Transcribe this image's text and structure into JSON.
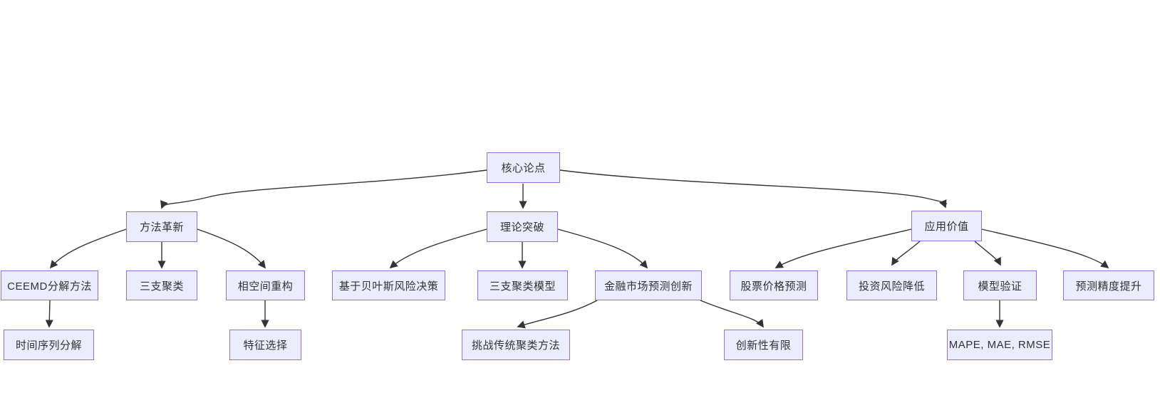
{
  "diagram": {
    "kind": "flowchart",
    "background_color": "#ffffff",
    "node_fill_color": "#ECECFF",
    "node_border_color": "#9370DB",
    "text_color": "#333333",
    "edge_color": "#333333"
  },
  "nodes": {
    "core": {
      "label": "核心论点"
    },
    "method": {
      "label": "方法革新"
    },
    "theory": {
      "label": "理论突破"
    },
    "value": {
      "label": "应用价值"
    },
    "ceemd": {
      "label": "CEEMD分解方法"
    },
    "threeway": {
      "label": "三支聚类"
    },
    "phase": {
      "label": "相空间重构"
    },
    "bayes": {
      "label": "基于贝叶斯风险决策"
    },
    "threemodel": {
      "label": "三支聚类模型"
    },
    "finance": {
      "label": "金融市场预测创新"
    },
    "stock": {
      "label": "股票价格预测"
    },
    "invest": {
      "label": "投资风险降低"
    },
    "validate": {
      "label": "模型验证"
    },
    "precision": {
      "label": "预测精度提升"
    },
    "tsdecomp": {
      "label": "时间序列分解"
    },
    "feature": {
      "label": "特征选择"
    },
    "challenge": {
      "label": "挑战传统聚类方法"
    },
    "limited": {
      "label": "创新性有限"
    },
    "metrics": {
      "label": "MAPE, MAE, RMSE"
    }
  },
  "edges": [
    {
      "from": "core",
      "to": "method"
    },
    {
      "from": "core",
      "to": "theory"
    },
    {
      "from": "core",
      "to": "value"
    },
    {
      "from": "method",
      "to": "ceemd"
    },
    {
      "from": "method",
      "to": "threeway"
    },
    {
      "from": "method",
      "to": "phase"
    },
    {
      "from": "theory",
      "to": "bayes"
    },
    {
      "from": "theory",
      "to": "threemodel"
    },
    {
      "from": "theory",
      "to": "finance"
    },
    {
      "from": "finance",
      "to": "challenge"
    },
    {
      "from": "finance",
      "to": "limited"
    },
    {
      "from": "value",
      "to": "stock"
    },
    {
      "from": "value",
      "to": "invest"
    },
    {
      "from": "value",
      "to": "validate"
    },
    {
      "from": "value",
      "to": "precision"
    },
    {
      "from": "ceemd",
      "to": "tsdecomp"
    },
    {
      "from": "phase",
      "to": "feature"
    },
    {
      "from": "validate",
      "to": "metrics"
    }
  ]
}
